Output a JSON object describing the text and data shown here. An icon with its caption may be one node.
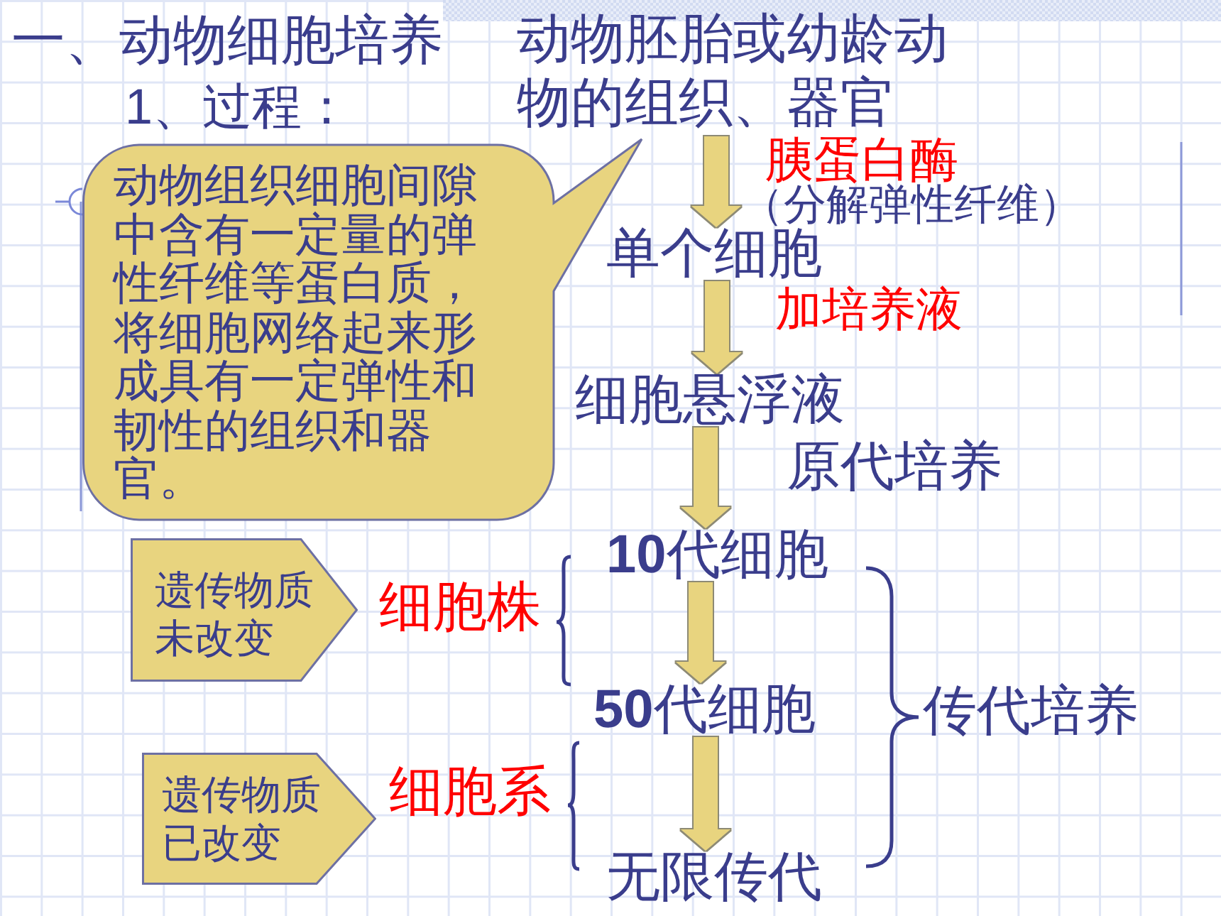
{
  "diagram": {
    "title": "一、动物细胞培养",
    "nodes": [
      {
        "text": [
          "动物胚胎或幼龄动物的组织、器官"
        ]
      },
      {
        "text": [
          "单个细胞"
        ]
      },
      {
        "text": [
          "细胞悬浮液"
        ]
      },
      {
        "text": [
          "**10**代细胞"
        ]
      },
      {
        "text": [
          "**50**代细胞"
        ]
      },
      {
        "text": [
          "无限传代"
        ]
      },
      {
        "text": [
          "动物组织细胞间隙中含有一定量的弹性纤维等蛋白质，将细胞网络起来形成具有一定弹性和韧性的组织和器官。"
        ]
      },
      {
        "text": [
          "遗传物质未改变"
        ]
      },
      {
        "text": [
          "遗传物质已改变"
        ]
      }
    ],
    "edges": [
      {
        "from": 0,
        "to": 1,
        "arrow": "to",
        "label": "胰蛋白酶"
      },
      {
        "from": 1,
        "to": 2,
        "arrow": "to",
        "label": "加培养液"
      },
      {
        "from": 2,
        "to": 3,
        "arrow": "to",
        "label": "原代培养"
      },
      {
        "from": 3,
        "to": 4,
        "arrow": "to"
      },
      {
        "from": 4,
        "to": 5,
        "arrow": "to"
      }
    ],
    "labels": [
      "1、过程：",
      "（分解弹性纤维）",
      "细胞株",
      "细胞系",
      "传代培养"
    ]
  }
}
